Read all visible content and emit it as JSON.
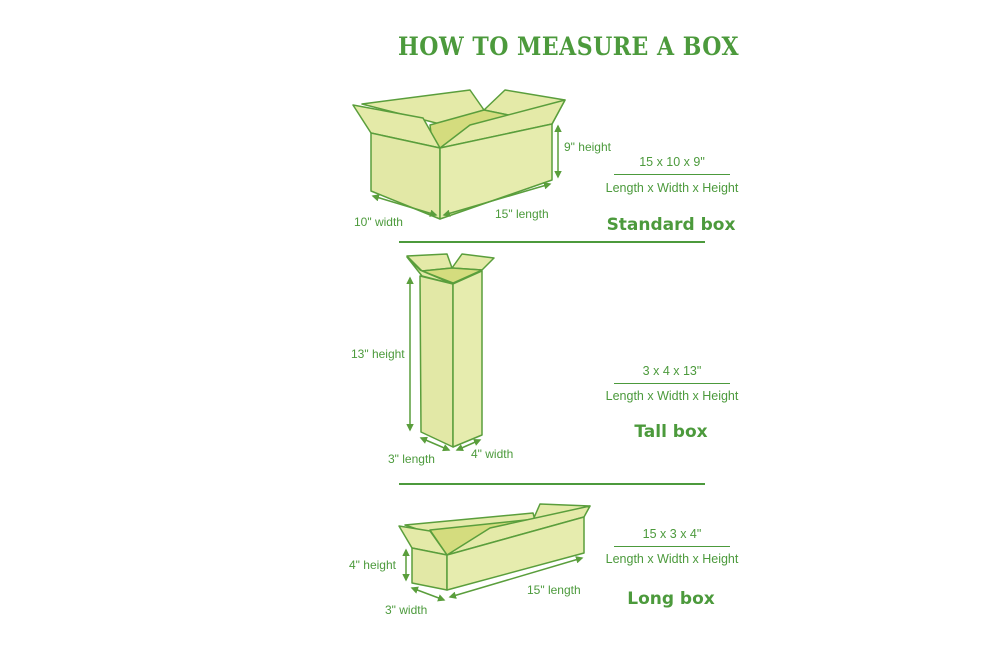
{
  "title": "HOW TO MEASURE A BOX",
  "colors": {
    "accent": "#4c9a3c",
    "box_fill": "#e4eaa8",
    "box_inner": "#d8df8a",
    "box_stroke": "#5a9e3c"
  },
  "boxes": [
    {
      "name": "Standard box",
      "dimensions": "15 x 10 x 9\"",
      "formula": "Length x Width x Height",
      "labels": {
        "height": "9\" height",
        "length": "15\" length",
        "width": "10\" width"
      }
    },
    {
      "name": "Tall box",
      "dimensions": "3 x 4 x 13\"",
      "formula": "Length x Width x Height",
      "labels": {
        "height": "13\" height",
        "length": "3\" length",
        "width": "4\" width"
      }
    },
    {
      "name": "Long box",
      "dimensions": "15 x 3 x 4\"",
      "formula": "Length x Width x Height",
      "labels": {
        "height": "4\" height",
        "length": "15\" length",
        "width": "3\" width"
      }
    }
  ]
}
